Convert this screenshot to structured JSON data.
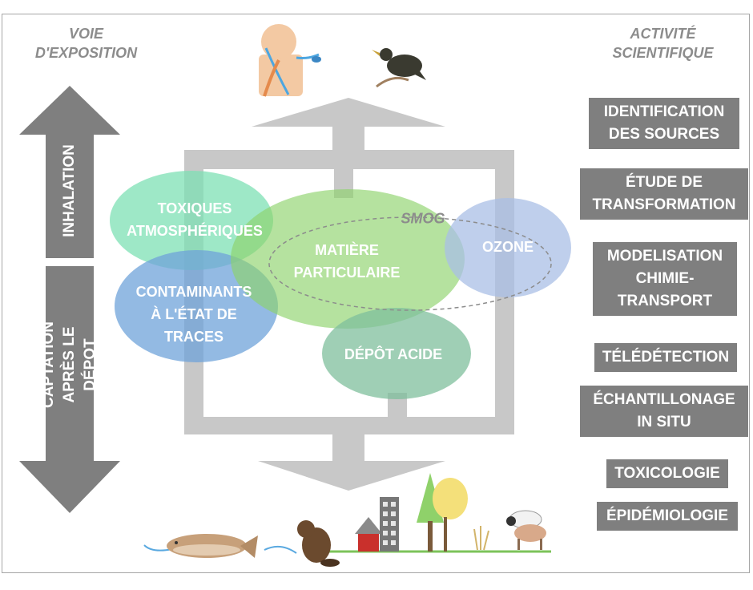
{
  "headings": {
    "left": "VOIE\nD'EXPOSITION",
    "right": "ACTIVITÉ\nSCIENTIFIQUE"
  },
  "exposure": {
    "up": "INHALATION",
    "down": "CAPTATION\nAPRÈS LE DÉPOT"
  },
  "pollutants": {
    "toxics": "TOXIQUES\nATMOSPHÉRIQUES",
    "particulate": "MATIÈRE\nPARTICULAIRE",
    "ozone": "OZONE",
    "traces": "CONTAMINANTS\nÀ L'ÉTAT DE\nTRACES",
    "acid": "DÉPÔT ACIDE",
    "smog": "SMOG"
  },
  "activities": [
    "IDENTIFICATION\nDES SOURCES",
    "ÉTUDE DE\nTRANSFORMATION",
    "MODELISATION\nCHIMIE-\nTRANSPORT",
    "TÉLÉDÉTECTION",
    "ÉCHANTILLONAGE\nIN SITU",
    "TOXICOLOGIE",
    "ÉPIDÉMIOLOGIE"
  ],
  "colors": {
    "arrow": "#bfbfbf",
    "side_arrow": "#7f7f7f",
    "box": "#7f7f7f",
    "green_light": "#7ee0b4",
    "green": "#8ed36b",
    "blue": "#6fa3d9",
    "ozone": "#a9bfe6",
    "acid": "#7fbf9c"
  },
  "icons": [
    "human-breathing-icon",
    "bird-icon",
    "fish-icon",
    "beaver-icon",
    "house-icon",
    "building-icon",
    "tree-icon",
    "wheat-icon",
    "cow-icon"
  ]
}
